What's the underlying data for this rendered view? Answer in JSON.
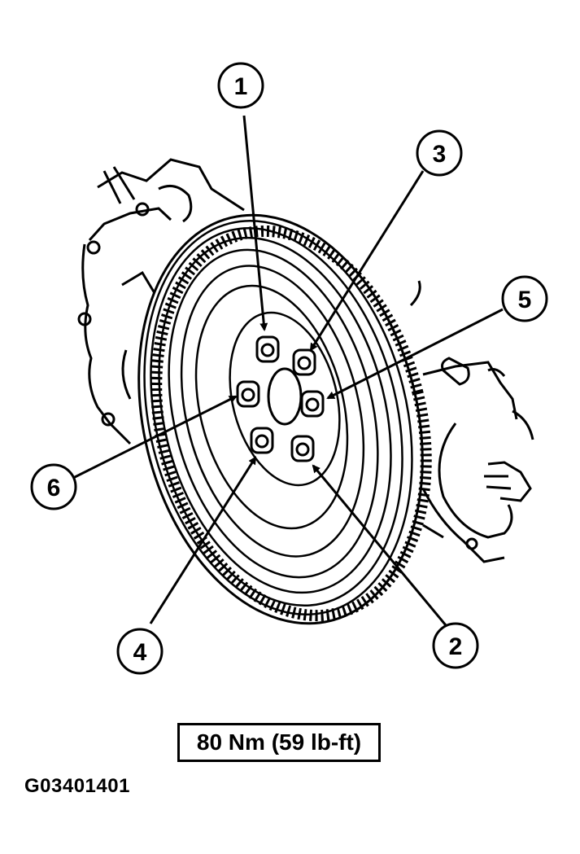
{
  "figure_id": "G03401401",
  "torque_spec": "80 Nm (59 lb-ft)",
  "callouts": [
    {
      "id": "callout-1",
      "label": "1"
    },
    {
      "id": "callout-2",
      "label": "2"
    },
    {
      "id": "callout-3",
      "label": "3"
    },
    {
      "id": "callout-4",
      "label": "4"
    },
    {
      "id": "callout-5",
      "label": "5"
    },
    {
      "id": "callout-6",
      "label": "6"
    }
  ]
}
